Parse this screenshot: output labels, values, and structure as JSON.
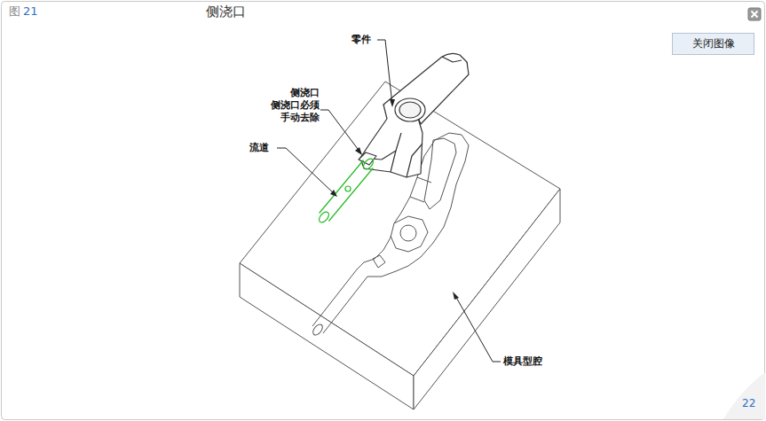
{
  "diagram": {
    "title": "侧浇口",
    "nodes": [
      {
        "text": [
          "关闭图像"
        ]
      }
    ],
    "labels": [
      "图",
      "21",
      "零件",
      "侧浇口 侧浇口必须 手动去除",
      "流道",
      "模具型腔",
      "22"
    ]
  }
}
